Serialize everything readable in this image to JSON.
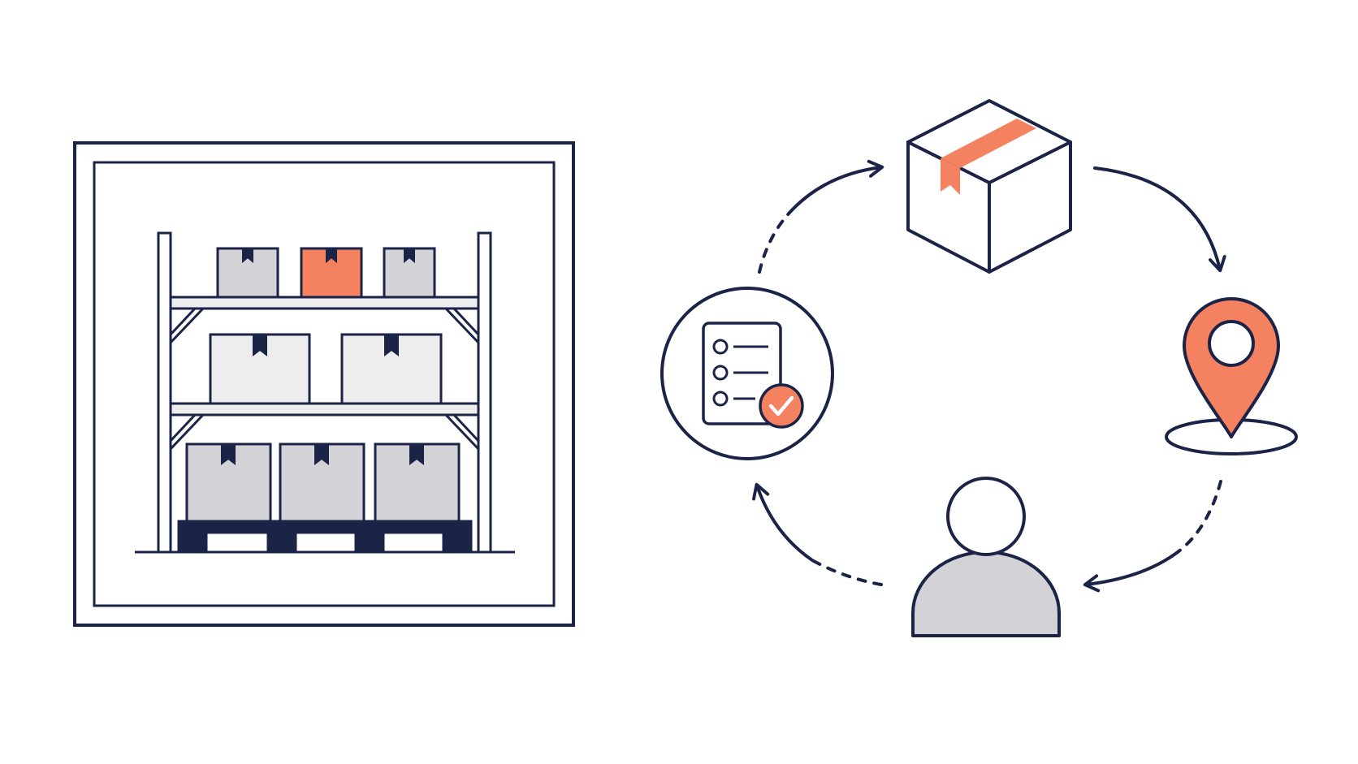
{
  "colors": {
    "navy": "#1b2447",
    "accent": "#f4815f",
    "box_gray": "#d3d3d7",
    "box_light": "#ededee",
    "background": "#ffffff"
  },
  "warehouse": {
    "icon": "warehouse-shelf-icon",
    "shelves": [
      {
        "name": "top-shelf",
        "boxes": 3,
        "highlighted_box": 2
      },
      {
        "name": "middle-shelf",
        "boxes": 2
      },
      {
        "name": "bottom-shelf",
        "boxes": 3,
        "on_pallet": true
      }
    ]
  },
  "cycle": {
    "direction": "clockwise",
    "steps": [
      {
        "name": "package",
        "icon": "package-icon"
      },
      {
        "name": "location",
        "icon": "location-pin-icon"
      },
      {
        "name": "customer",
        "icon": "user-icon"
      },
      {
        "name": "checklist",
        "icon": "checklist-icon"
      }
    ],
    "connectors": [
      {
        "from": "package",
        "to": "location",
        "style": "solid"
      },
      {
        "from": "location",
        "to": "customer",
        "style": "dashed-then-solid"
      },
      {
        "from": "customer",
        "to": "checklist",
        "style": "dashed-then-solid"
      },
      {
        "from": "checklist",
        "to": "package",
        "style": "dashed-then-solid"
      }
    ]
  }
}
